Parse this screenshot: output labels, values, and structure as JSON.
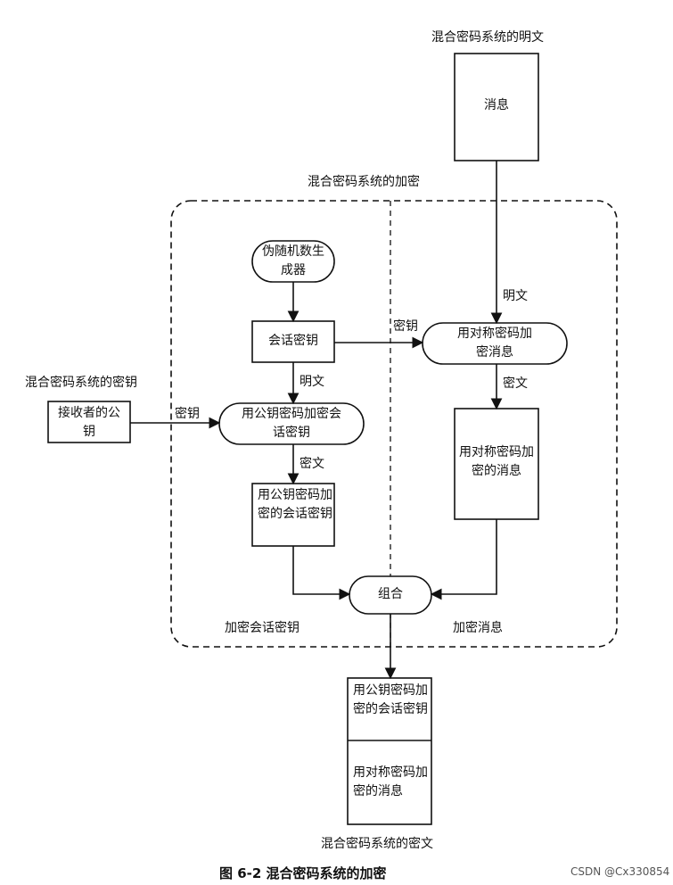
{
  "labels": {
    "plaintext_title": "混合密码系统的明文",
    "message": "消息",
    "encryption_title": "混合密码系统的加密",
    "prng": "伪随机数生成器",
    "session_key": "会话密钥",
    "plaintext_1": "明文",
    "key_label_1": "密钥",
    "sym_encrypt": "用对称密码加密消息",
    "ciphertext_1": "密文",
    "sym_encrypted_msg": "用对称密码加密的消息",
    "key_system_title": "混合密码系统的密钥",
    "receiver_pubkey": "接收者的公钥",
    "key_label_2": "密钥",
    "pk_encrypt": "用公钥密码加密会话密钥",
    "plaintext_2": "明文",
    "ciphertext_2": "密文",
    "pk_encrypted_key": "用公钥密码加密的会话密钥",
    "combine": "组合",
    "encrypted_session_key": "加密会话密钥",
    "encrypted_message": "加密消息",
    "out_pk_encrypted_key": "用公钥密码加密的会话密钥",
    "out_sym_encrypted_msg": "用对称密码加密的消息",
    "ciphertext_title": "混合密码系统的密文",
    "figure_caption": "图 6-2   混合密码系统的加密",
    "watermark": "CSDN @Cx330854"
  }
}
